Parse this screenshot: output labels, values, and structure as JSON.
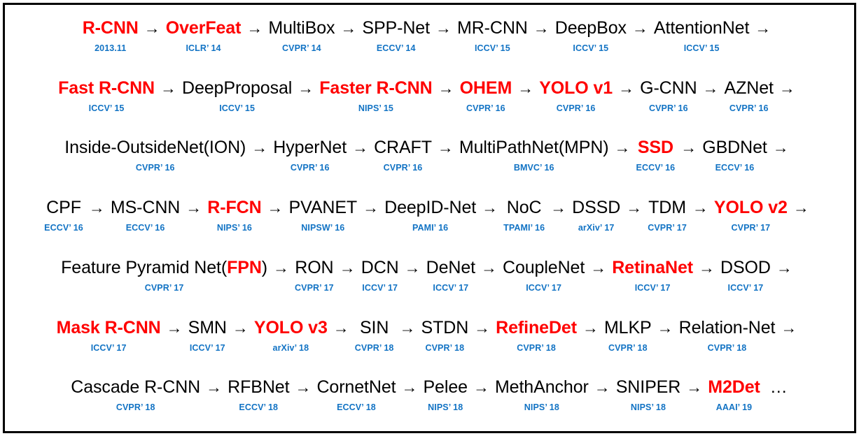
{
  "figure": {
    "accent_red": "#FF0000",
    "venue_blue": "#1273C4",
    "text_black": "#000000",
    "border_color": "#000000",
    "background": "#ffffff",
    "trailing_ellipsis": "…",
    "arrow_glyph": "→"
  },
  "rows": [
    {
      "id": "row-1",
      "nodes": [
        {
          "name": "R-CNN",
          "venue": "2013.11",
          "highlight": true
        },
        {
          "name": "OverFeat",
          "venue": "ICLR’ 14",
          "highlight": true
        },
        {
          "name": "MultiBox",
          "venue": "CVPR’ 14",
          "highlight": false
        },
        {
          "name": "SPP-Net",
          "venue": "ECCV’ 14",
          "highlight": false
        },
        {
          "name": "MR-CNN",
          "venue": "ICCV’ 15",
          "highlight": false
        },
        {
          "name": "DeepBox",
          "venue": "ICCV’ 15",
          "highlight": false
        },
        {
          "name": "AttentionNet",
          "venue": "ICCV’ 15",
          "highlight": false
        }
      ],
      "trailing": "arrow"
    },
    {
      "id": "row-2",
      "nodes": [
        {
          "name": "Fast R-CNN",
          "venue": "ICCV’ 15",
          "highlight": true
        },
        {
          "name": "DeepProposal",
          "venue": "ICCV’ 15",
          "highlight": false
        },
        {
          "name": "Faster R-CNN",
          "venue": "NIPS’ 15",
          "highlight": true
        },
        {
          "name": "OHEM",
          "venue": "CVPR’ 16",
          "highlight": true
        },
        {
          "name": "YOLO v1",
          "venue": "CVPR’ 16",
          "highlight": true
        },
        {
          "name": "G-CNN",
          "venue": "CVPR’ 16",
          "highlight": false
        },
        {
          "name": "AZNet",
          "venue": "CVPR’ 16",
          "highlight": false
        }
      ],
      "trailing": "arrow"
    },
    {
      "id": "row-3",
      "nodes": [
        {
          "name": "Inside-OutsideNet(ION)",
          "venue": "CVPR’ 16",
          "highlight": false
        },
        {
          "name": "HyperNet",
          "venue": "CVPR’ 16",
          "highlight": false
        },
        {
          "name": "CRAFT",
          "venue": "CVPR’ 16",
          "highlight": false
        },
        {
          "name": "MultiPathNet(MPN)",
          "venue": "BMVC’ 16",
          "highlight": false
        },
        {
          "name": "SSD",
          "venue": "ECCV’ 16",
          "highlight": true
        },
        {
          "name": "GBDNet",
          "venue": "ECCV’ 16",
          "highlight": false
        }
      ],
      "trailing": "arrow"
    },
    {
      "id": "row-4",
      "nodes": [
        {
          "name": "CPF",
          "venue": "ECCV’ 16",
          "highlight": false
        },
        {
          "name": "MS-CNN",
          "venue": "ECCV’ 16",
          "highlight": false
        },
        {
          "name": "R-FCN",
          "venue": "NIPS’ 16",
          "highlight": true
        },
        {
          "name": "PVANET",
          "venue": "NIPSW’ 16",
          "highlight": false
        },
        {
          "name": "DeepID-Net",
          "venue": "PAMI’ 16",
          "highlight": false
        },
        {
          "name": "NoC",
          "venue": "TPAMI’ 16",
          "highlight": false
        },
        {
          "name": "DSSD",
          "venue": "arXiv’ 17",
          "highlight": false
        },
        {
          "name": "TDM",
          "venue": "CVPR’ 17",
          "highlight": false
        },
        {
          "name": "YOLO v2",
          "venue": "CVPR’ 17",
          "highlight": true
        }
      ],
      "trailing": "arrow"
    },
    {
      "id": "row-5",
      "nodes": [
        {
          "name": "Feature Pyramid Net(FPN)",
          "venue": "CVPR’ 17",
          "highlight": false,
          "partial_highlight": "FPN"
        },
        {
          "name": "RON",
          "venue": "CVPR’ 17",
          "highlight": false
        },
        {
          "name": "DCN",
          "venue": "ICCV’ 17",
          "highlight": false
        },
        {
          "name": "DeNet",
          "venue": "ICCV’ 17",
          "highlight": false
        },
        {
          "name": "CoupleNet",
          "venue": "ICCV’ 17",
          "highlight": false
        },
        {
          "name": "RetinaNet",
          "venue": "ICCV’ 17",
          "highlight": true
        },
        {
          "name": "DSOD",
          "venue": "ICCV’ 17",
          "highlight": false
        }
      ],
      "trailing": "arrow"
    },
    {
      "id": "row-6",
      "nodes": [
        {
          "name": "Mask R-CNN",
          "venue": "ICCV’ 17",
          "highlight": true
        },
        {
          "name": "SMN",
          "venue": "ICCV’ 17",
          "highlight": false
        },
        {
          "name": "YOLO v3",
          "venue": "arXiv’ 18",
          "highlight": true
        },
        {
          "name": "SIN",
          "venue": "CVPR’ 18",
          "highlight": false
        },
        {
          "name": "STDN",
          "venue": "CVPR’ 18",
          "highlight": false
        },
        {
          "name": "RefineDet",
          "venue": "CVPR’ 18",
          "highlight": true
        },
        {
          "name": "MLKP",
          "venue": "CVPR’ 18",
          "highlight": false
        },
        {
          "name": "Relation-Net",
          "venue": "CVPR’ 18",
          "highlight": false
        }
      ],
      "trailing": "arrow"
    },
    {
      "id": "row-7",
      "nodes": [
        {
          "name": "Cascade R-CNN",
          "venue": "CVPR’ 18",
          "highlight": false
        },
        {
          "name": "RFBNet",
          "venue": "ECCV’ 18",
          "highlight": false
        },
        {
          "name": "CornetNet",
          "venue": "ECCV’ 18",
          "highlight": false
        },
        {
          "name": "Pelee",
          "venue": "NIPS’ 18",
          "highlight": false
        },
        {
          "name": "MethAnchor",
          "venue": "NIPS’ 18",
          "highlight": false
        },
        {
          "name": "SNIPER",
          "venue": "NIPS’ 18",
          "highlight": false
        },
        {
          "name": "M2Det",
          "venue": "AAAI’ 19",
          "highlight": true
        }
      ],
      "trailing": "ellipsis"
    }
  ]
}
